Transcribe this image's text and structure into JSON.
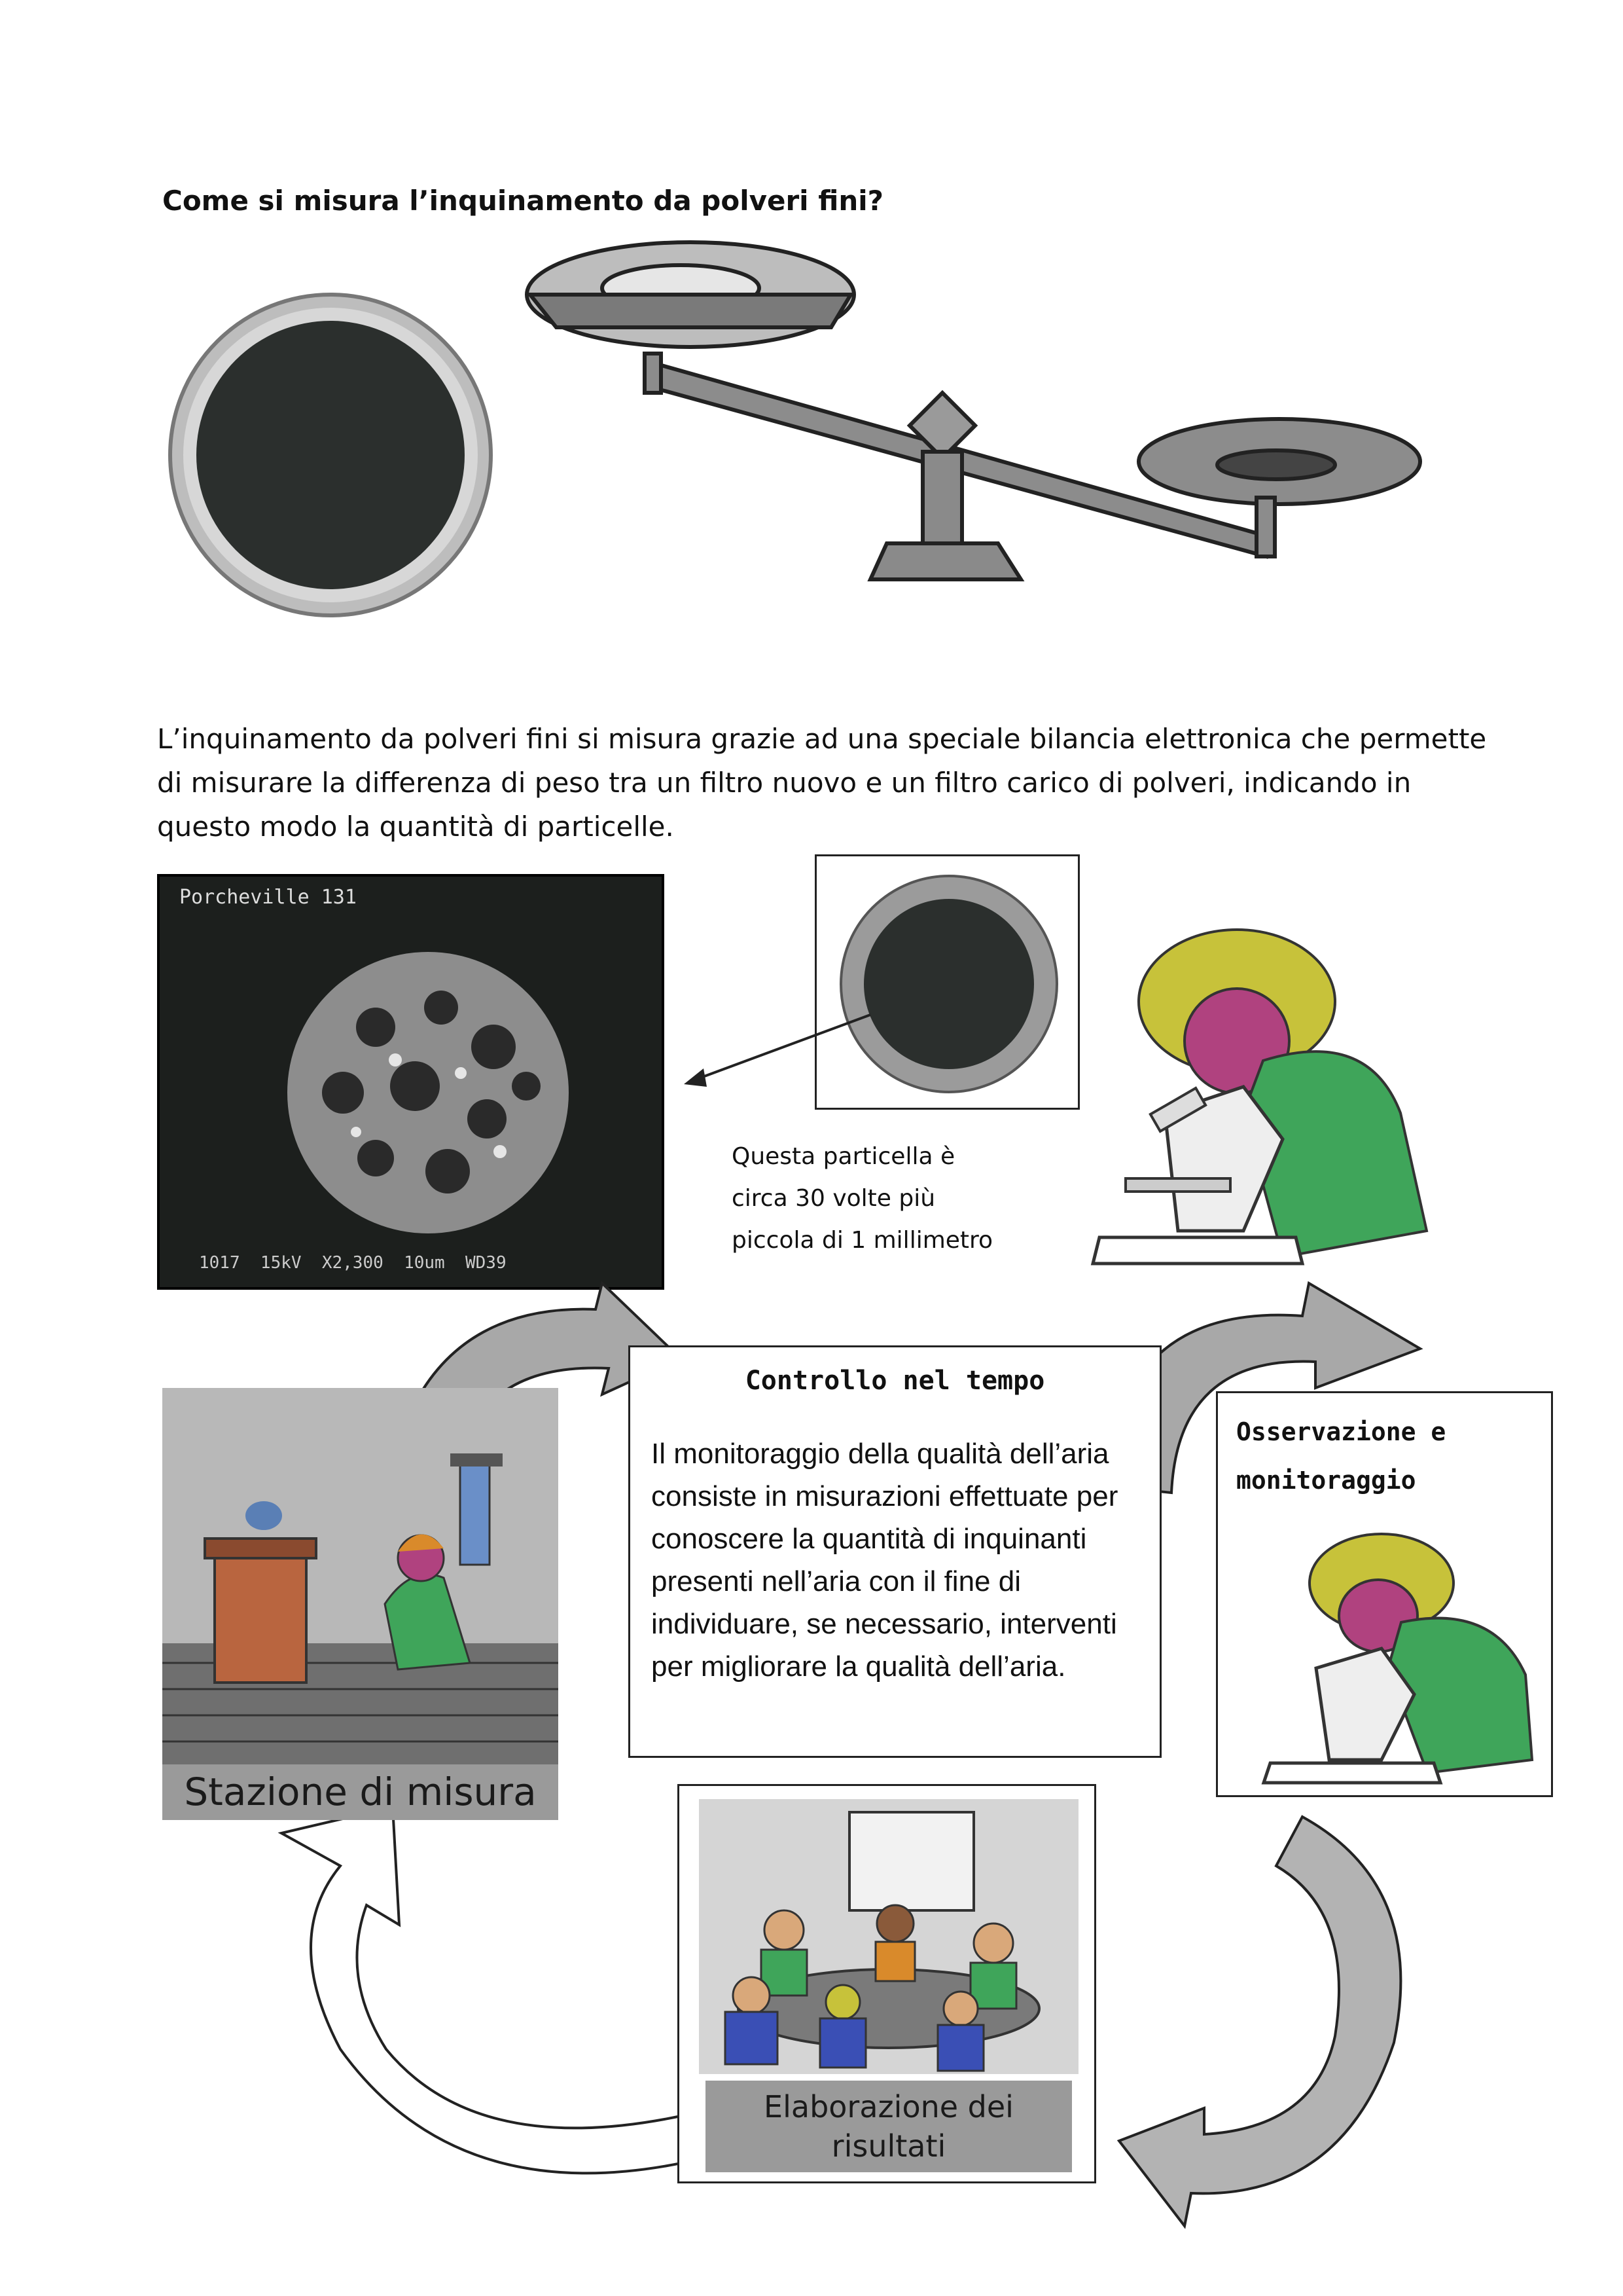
{
  "title": "Come si misura l’inquinamento da polveri fini?",
  "intro_text": "L’inquinamento da polveri fini si misura grazie ad una speciale bilancia elettronica che permette di misurare la differenza di peso tra un filtro nuovo e un filtro carico di polveri, indicando in questo modo la quantità di particelle.",
  "sem_image": {
    "top_label": "Porcheville 131",
    "bottom_label": "1017  15kV  X2,300  10um  WD39"
  },
  "particle_caption": "Questa particella è circa 30 volte più piccola di 1 millimetro",
  "controllo": {
    "title": "Controllo nel tempo",
    "text": "Il monitoraggio della qualità dell’aria consiste in misurazioni effettuate per conoscere la quantità di inquinanti presenti nell’aria con il fine di individuare, se necessario, interventi per migliorare la qualità dell’aria."
  },
  "osservazione_title": "Osservazione e monitoraggio",
  "stazione_label": "Stazione di misura",
  "elaborazione_label": "Elaborazione dei risultati",
  "icons": [
    "filter-disc-icon",
    "balance-scale-icon",
    "microscope-child-icon",
    "chimney-roof-icon",
    "meeting-group-icon",
    "cycle-arrow-icon"
  ],
  "colors": {
    "filter_dark": "#2b2f2d",
    "filter_ring": "#9b9b9b",
    "shirt_green": "#3fa55a",
    "hair_yellow": "#c7c23a",
    "skin_pink": "#b0427f",
    "chimney_brown": "#b9653f",
    "label_grey": "#9a9a9a"
  }
}
